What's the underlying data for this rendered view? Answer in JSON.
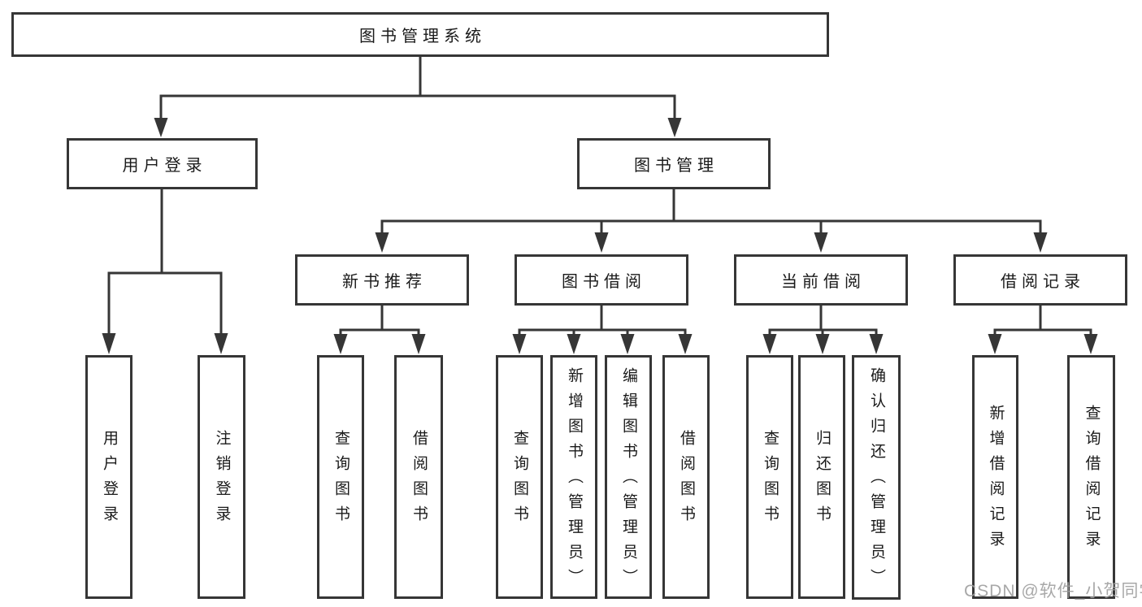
{
  "diagram": {
    "root": {
      "label": "图书管理系统"
    },
    "branches": [
      {
        "label": "用户登录",
        "children": [
          "用户登录",
          "注销登录"
        ]
      },
      {
        "label": "图书管理",
        "children": [
          {
            "label": "新书推荐",
            "children": [
              "查询图书",
              "借阅图书"
            ]
          },
          {
            "label": "图书借阅",
            "children": [
              "查询图书",
              "新增图书（管理员）",
              "编辑图书（管理员）",
              "借阅图书"
            ]
          },
          {
            "label": "当前借阅",
            "children": [
              "查询图书",
              "归还图书",
              "确认归还（管理员）"
            ]
          },
          {
            "label": "借阅记录",
            "children": [
              "新增借阅记录",
              "查询借阅记录"
            ]
          }
        ]
      }
    ]
  },
  "watermark": {
    "text": "CSDN @软件_小贺同学"
  },
  "colors": {
    "line": "#363636",
    "text": "#1a1a1a",
    "box_bg": "#ffffff",
    "background": "#ffffff",
    "watermark": "#9f9f9f"
  }
}
